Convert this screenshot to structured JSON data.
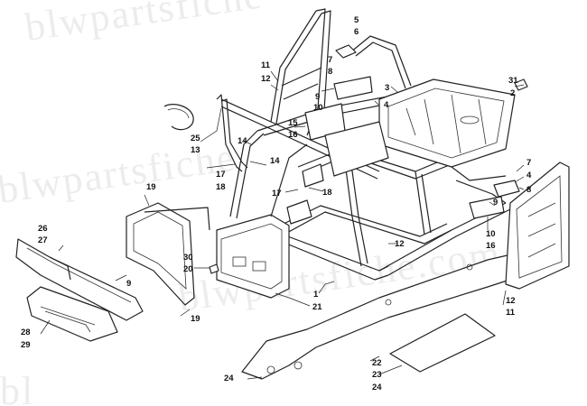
{
  "watermark": {
    "text_top": "blwpartsfiche",
    "text_mid": "blwpartsfiche",
    "text_bottom": "blwpartsfiche.com",
    "text_corner": "bl"
  },
  "callouts": {
    "c1": "1",
    "c2": "2",
    "c3": "3",
    "c4a": "4",
    "c4b": "4",
    "c5": "5",
    "c6": "6",
    "c7a": "7",
    "c7b": "7",
    "c8a": "8",
    "c8b": "8",
    "c9a": "9",
    "c9b": "9",
    "c9c": "9",
    "c10a": "10",
    "c10b": "10",
    "c11a": "11",
    "c11b": "11",
    "c12a": "12",
    "c12b": "12",
    "c12c": "12",
    "c13": "13",
    "c14a": "14",
    "c14b": "14",
    "c15": "15",
    "c16a": "16",
    "c16b": "16",
    "c17a": "17",
    "c17b": "17",
    "c18a": "18",
    "c18b": "18",
    "c19a": "19",
    "c19b": "19",
    "c20": "20",
    "c21": "21",
    "c22": "22",
    "c23": "23",
    "c24a": "24",
    "c24b": "24",
    "c25": "25",
    "c26": "26",
    "c27": "27",
    "c28": "28",
    "c29": "29",
    "c30": "30",
    "c31": "31"
  }
}
